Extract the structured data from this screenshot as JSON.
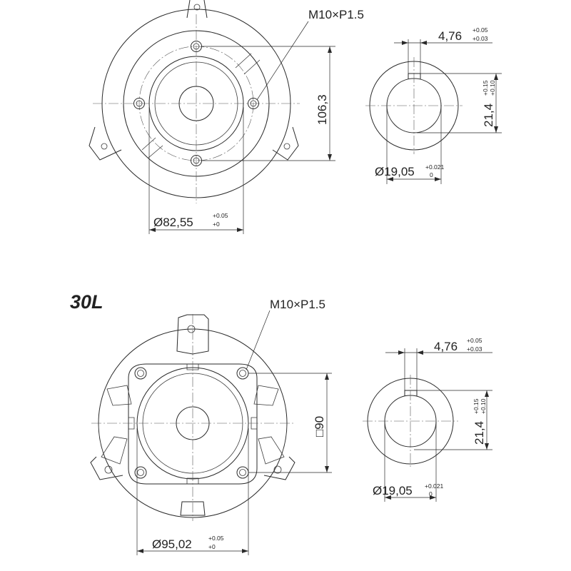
{
  "top": {
    "flange": {
      "thread": "M10×P1.5",
      "bolt_distance": "106,3",
      "pilot_dia": "Ø82,55",
      "pilot_tol_upper": "+0.05",
      "pilot_tol_lower": "+0"
    },
    "shaft": {
      "key_width": "4,76",
      "key_tol_upper": "+0.05",
      "key_tol_lower": "+0.03",
      "key_height": "21,4",
      "height_tol_upper": "+0.15",
      "height_tol_lower": "+0.10",
      "shaft_dia": "Ø19,05",
      "shaft_tol_upper": "+0.021",
      "shaft_tol_lower": "0"
    }
  },
  "bottom": {
    "title": "30L",
    "flange": {
      "thread": "M10×P1.5",
      "bolt_square": "□90",
      "pilot_dia": "Ø95,02",
      "pilot_tol_upper": "+0.05",
      "pilot_tol_lower": "+0"
    },
    "shaft": {
      "key_width": "4,76",
      "key_tol_upper": "+0.05",
      "key_tol_lower": "+0.03",
      "key_height": "21,4",
      "height_tol_upper": "+0.15",
      "height_tol_lower": "+0.10",
      "shaft_dia": "Ø19,05",
      "shaft_tol_upper": "+0.021",
      "shaft_tol_lower": "0"
    }
  }
}
